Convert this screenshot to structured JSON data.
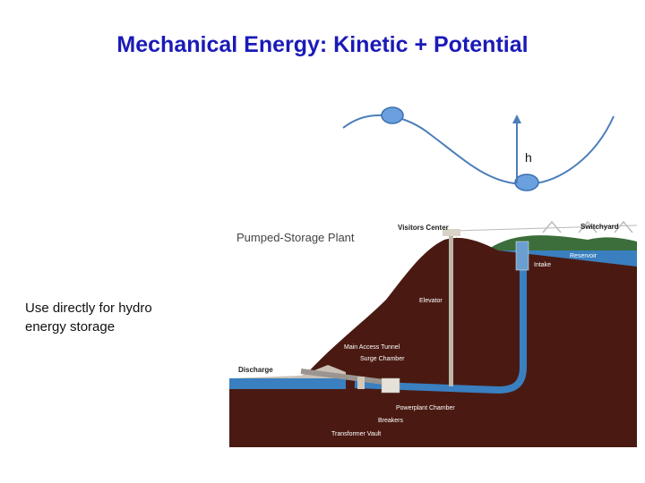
{
  "slide": {
    "title": "Mechanical Energy: Kinetic + Potential",
    "side_text": "Use directly for hydro energy storage"
  },
  "curve_diagram": {
    "height_label": "h"
  },
  "plant_diagram": {
    "title": "Pumped-Storage Plant",
    "labels": {
      "visitors_center": "Visitors Center",
      "switchyard": "Switchyard",
      "reservoir": "Reservoir",
      "intake": "Intake",
      "elevator": "Elevator",
      "main_access_tunnel": "Main Access Tunnel",
      "surge_chamber": "Surge Chamber",
      "discharge": "Discharge",
      "powerplant_chamber": "Powerplant Chamber",
      "breakers": "Breakers",
      "transformer_vault": "Transformer Vault"
    },
    "colors": {
      "earth": "#4a1a12",
      "water": "#3a7fc0",
      "pipe": "#3a7fc0",
      "sky": "#ffffff"
    }
  }
}
